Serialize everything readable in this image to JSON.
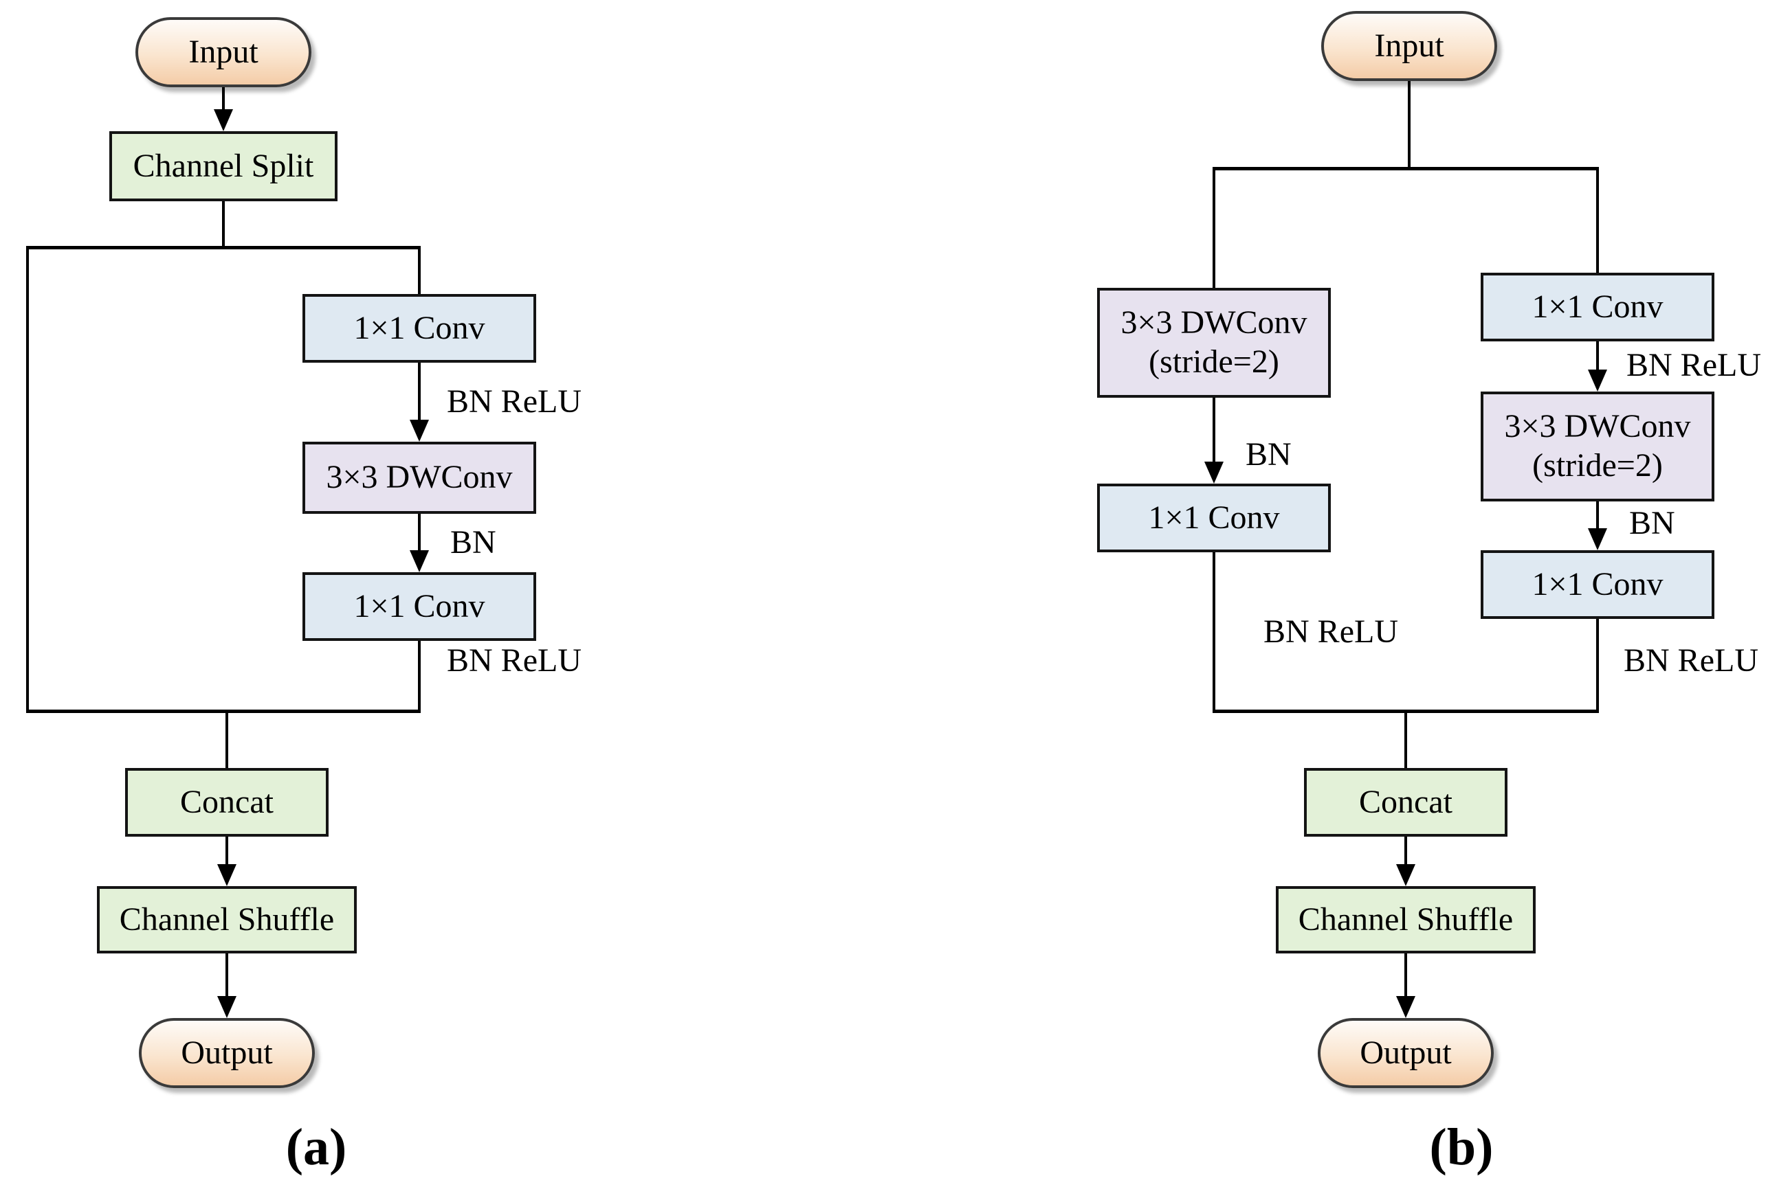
{
  "figure": {
    "type": "flowchart-pair",
    "description": "Two network block flowcharts: (a) basic unit with channel split, (b) downsampling unit with stride 2"
  },
  "colors": {
    "green_fill": "#e3f1d8",
    "blue_fill": "#dfe9f2",
    "lavender_fill": "#e7e2ef",
    "pill_top": "#fefbf8",
    "pill_bottom": "#f4cca7",
    "line_color": "#000000",
    "border_color": "#141414"
  },
  "a": {
    "caption": "(a)",
    "nodes": {
      "input": "Input",
      "channel_split": "Channel Split",
      "conv1": "1×1 Conv",
      "dwconv": "3×3 DWConv",
      "conv2": "1×1 Conv",
      "concat": "Concat",
      "channel_shuffle": "Channel Shuffle",
      "output": "Output"
    },
    "edge_labels": {
      "bn_relu_1": "BN ReLU",
      "bn": "BN",
      "bn_relu_2": "BN ReLU"
    }
  },
  "b": {
    "caption": "(b)",
    "nodes": {
      "input": "Input",
      "left_dwconv_line1": "3×3 DWConv",
      "left_dwconv_line2": "(stride=2)",
      "left_conv": "1×1 Conv",
      "right_conv1": "1×1 Conv",
      "right_dwconv_line1": "3×3 DWConv",
      "right_dwconv_line2": "(stride=2)",
      "right_conv2": "1×1 Conv",
      "concat": "Concat",
      "channel_shuffle": "Channel Shuffle",
      "output": "Output"
    },
    "edge_labels": {
      "left_bn": "BN",
      "left_bn_relu": "BN ReLU",
      "right_bn_relu_1": "BN ReLU",
      "right_bn": "BN",
      "right_bn_relu_2": "BN ReLU"
    }
  }
}
